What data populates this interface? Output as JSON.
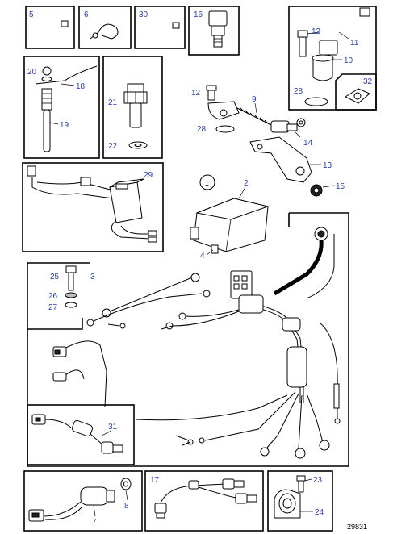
{
  "diagram": {
    "reference_number": "29831",
    "callouts": {
      "c5": "5",
      "c6": "6",
      "c30": "30",
      "c16": "16",
      "c12a": "12",
      "c11": "11",
      "c10": "10",
      "c28a": "28",
      "c32": "32",
      "c20": "20",
      "c18": "18",
      "c19": "19",
      "c21": "21",
      "c22": "22",
      "c12b": "12",
      "c9": "9",
      "c28b": "28",
      "c14": "14",
      "c13": "13",
      "c15": "15",
      "c29": "29",
      "c1": "1",
      "c2": "2",
      "c4": "4",
      "c25": "25",
      "c3": "3",
      "c26": "26",
      "c27": "27",
      "c31": "31",
      "c17": "17",
      "c23": "23",
      "c24": "24",
      "c8": "8",
      "c7": "7"
    }
  }
}
